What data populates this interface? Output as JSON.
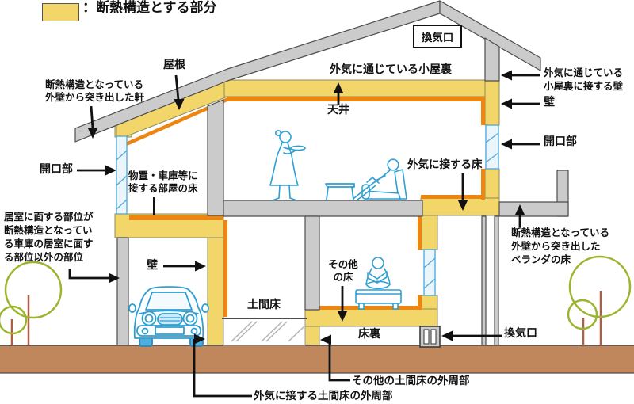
{
  "legend": {
    "swatch_color": "#F2D669",
    "label": "：断熱構造とする部分"
  },
  "callouts": {
    "roof": "屋根",
    "eaves": "断熱構造となっている\n外壁から突き出した軒",
    "opening_left": "開口部",
    "storage_room_floor": "物置・車庫等に\n接する部屋の床",
    "garage_note": "居室に面する部位が\n断熱構造となってい\nる車庫の居室に面す\nる部位以外の部位",
    "garage_wall": "壁",
    "ridge_vent": "換気口",
    "attic": "外気に通じている小屋裏",
    "ceiling": "天井",
    "attic_wall": "外気に通じている\n小屋裏に接する壁",
    "right_wall": "壁",
    "opening_right": "開口部",
    "floor_outside_air": "外気に接する床",
    "veranda_floor": "断熱構造となっている\n外壁から突き出した\nベランダの床",
    "other_floor": "その他\nの床",
    "underfloor": "床裏",
    "foundation_vent": "換気口",
    "doma_floor": "土間床",
    "other_doma_perimeter": "その他の土間床の外周部",
    "outside_air_doma_perimeter": "外気に接する土間床の外周部"
  },
  "colors": {
    "insulation_yellow": "#F2D669",
    "warm_side_orange": "#EE8510",
    "structure_gray": "#CBCBCC",
    "ground_brown": "#C1875C",
    "figure_blue": "#2E9FD4",
    "tree_green": "#9CB52F",
    "tree_trunk": "#AE5E48"
  }
}
